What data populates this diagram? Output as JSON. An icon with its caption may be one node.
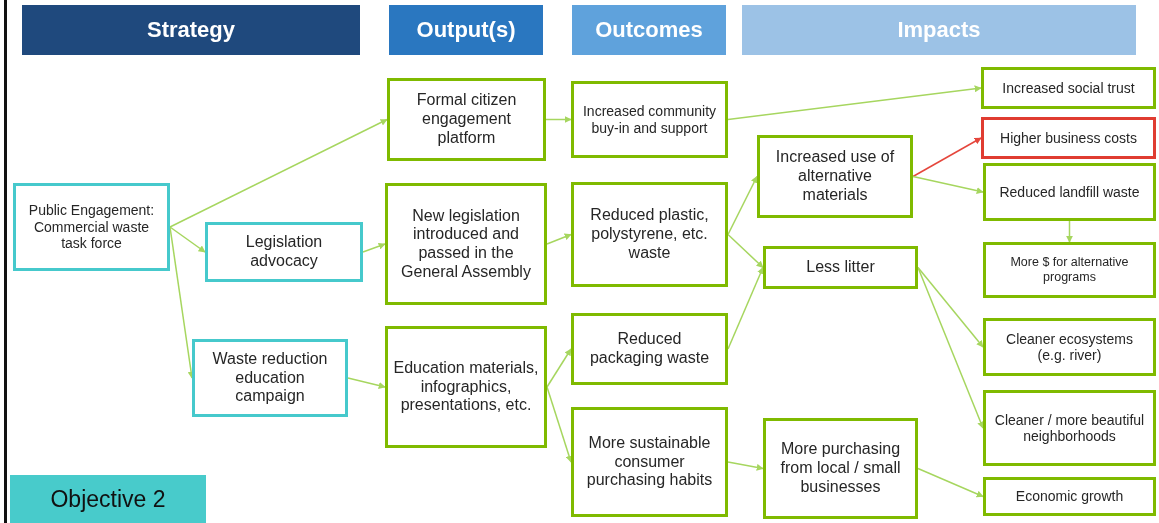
{
  "diagram": {
    "nodes": [
      {
        "text": [
          "Strategy"
        ]
      },
      {
        "text": [
          "Output(s)"
        ]
      },
      {
        "text": [
          "Outcomes"
        ]
      },
      {
        "text": [
          "Impacts"
        ]
      },
      {
        "text": [
          "Public Engagement: Commercial waste task force"
        ]
      },
      {
        "text": [
          "Legislation advocacy"
        ]
      },
      {
        "text": [
          "Waste reduction education campaign"
        ]
      },
      {
        "text": [
          "Formal citizen engagement platform"
        ]
      },
      {
        "text": [
          "New legislation introduced and passed in the General Assembly"
        ]
      },
      {
        "text": [
          "Education materials, infographics, presentations, etc."
        ]
      },
      {
        "text": [
          "Increased community buy-in and support"
        ]
      },
      {
        "text": [
          "Reduced plastic, polystyrene, etc. waste"
        ]
      },
      {
        "text": [
          "Reduced packaging waste"
        ]
      },
      {
        "text": [
          "More sustainable consumer purchasing habits"
        ]
      },
      {
        "text": [
          "Increased use of alternative materials"
        ]
      },
      {
        "text": [
          "Less litter"
        ]
      },
      {
        "text": [
          "More purchasing from local / small businesses"
        ]
      },
      {
        "text": [
          "Increased social trust"
        ]
      },
      {
        "text": [
          "Higher business costs"
        ]
      },
      {
        "text": [
          "Reduced landfill waste"
        ]
      },
      {
        "text": [
          "More $ for alternative programs"
        ]
      },
      {
        "text": [
          "Cleaner ecosystems (e.g. river)"
        ]
      },
      {
        "text": [
          "Cleaner / more beautiful neighborhoods"
        ]
      },
      {
        "text": [
          "Economic growth"
        ]
      },
      {
        "text": [
          "Objective 2"
        ]
      }
    ],
    "edges": [
      {
        "from": 4,
        "to": 7,
        "arrow": "to"
      },
      {
        "from": 4,
        "to": 5,
        "arrow": "to"
      },
      {
        "from": 4,
        "to": 6,
        "arrow": "to"
      },
      {
        "from": 5,
        "to": 8,
        "arrow": "to"
      },
      {
        "from": 6,
        "to": 9,
        "arrow": "to"
      },
      {
        "from": 7,
        "to": 10,
        "arrow": "to"
      },
      {
        "from": 8,
        "to": 11,
        "arrow": "to"
      },
      {
        "from": 9,
        "to": 12,
        "arrow": "to"
      },
      {
        "from": 9,
        "to": 13,
        "arrow": "to"
      },
      {
        "from": 10,
        "to": 17,
        "arrow": "to"
      },
      {
        "from": 11,
        "to": 14,
        "arrow": "to"
      },
      {
        "from": 11,
        "to": 15,
        "arrow": "to"
      },
      {
        "from": 12,
        "to": 15,
        "arrow": "to"
      },
      {
        "from": 13,
        "to": 16,
        "arrow": "to"
      },
      {
        "from": 14,
        "to": 18,
        "arrow": "to",
        "color": "#e5463c"
      },
      {
        "from": 14,
        "to": 19,
        "arrow": "to"
      },
      {
        "from": 19,
        "to": 20,
        "arrow": "to"
      },
      {
        "from": 15,
        "to": 21,
        "arrow": "to"
      },
      {
        "from": 15,
        "to": 22,
        "arrow": "to"
      },
      {
        "from": 16,
        "to": 23,
        "arrow": "to"
      }
    ]
  }
}
